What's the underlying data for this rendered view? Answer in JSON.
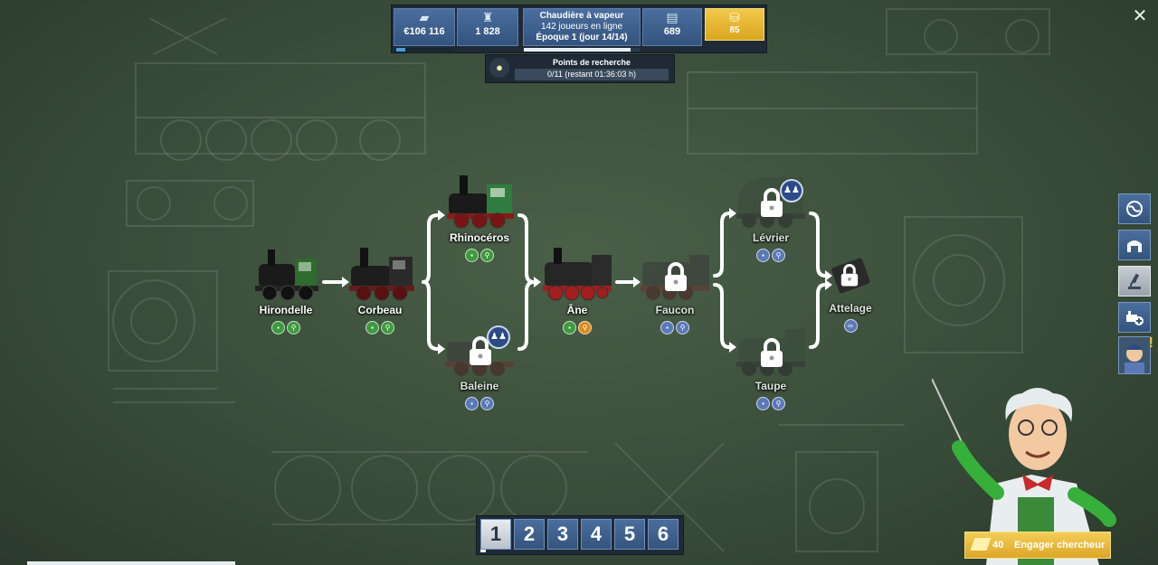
{
  "close_icon": "close-icon",
  "topbar": {
    "money": {
      "icon": "banknote-icon",
      "value": "€106 116"
    },
    "population": {
      "icon": "crowd-icon",
      "value": "1 828"
    },
    "epoch": {
      "title": "Chaudière à vapeur",
      "players": "142 joueurs en ligne",
      "era": "Époque 1 (jour 14/14)",
      "progress": 0.92
    },
    "steel": {
      "icon": "steel-icon",
      "value": "689"
    },
    "gold": {
      "icon": "gold-icon",
      "value": "85"
    }
  },
  "research": {
    "icon": "lightbulb-icon",
    "title": "Points de recherche",
    "value": "0/11 (restant 01:36:03 h)"
  },
  "tree": {
    "nodes": [
      {
        "id": "hirondelle",
        "name": "Hirondelle",
        "locked": false
      },
      {
        "id": "corbeau",
        "name": "Corbeau",
        "locked": false
      },
      {
        "id": "rhinoceros",
        "name": "Rhinocéros",
        "locked": false
      },
      {
        "id": "baleine",
        "name": "Baleine",
        "locked": true
      },
      {
        "id": "ane",
        "name": "Âne",
        "locked": false
      },
      {
        "id": "faucon",
        "name": "Faucon",
        "locked": true
      },
      {
        "id": "levrier",
        "name": "Lévrier",
        "locked": true
      },
      {
        "id": "taupe",
        "name": "Taupe",
        "locked": true
      },
      {
        "id": "attelage",
        "name": "Attelage",
        "locked": true
      }
    ]
  },
  "side_menu": [
    "globe-icon",
    "depot-icon",
    "microscope-icon",
    "add-locomotive-icon"
  ],
  "pages": [
    "1",
    "2",
    "3",
    "4",
    "5",
    "6"
  ],
  "active_page": "1",
  "hire": {
    "cost": "40",
    "label": "Engager chercheur"
  },
  "colors": {
    "accent_blue": "#34547e",
    "gold": "#dca727",
    "board": "#3a4d3a"
  }
}
